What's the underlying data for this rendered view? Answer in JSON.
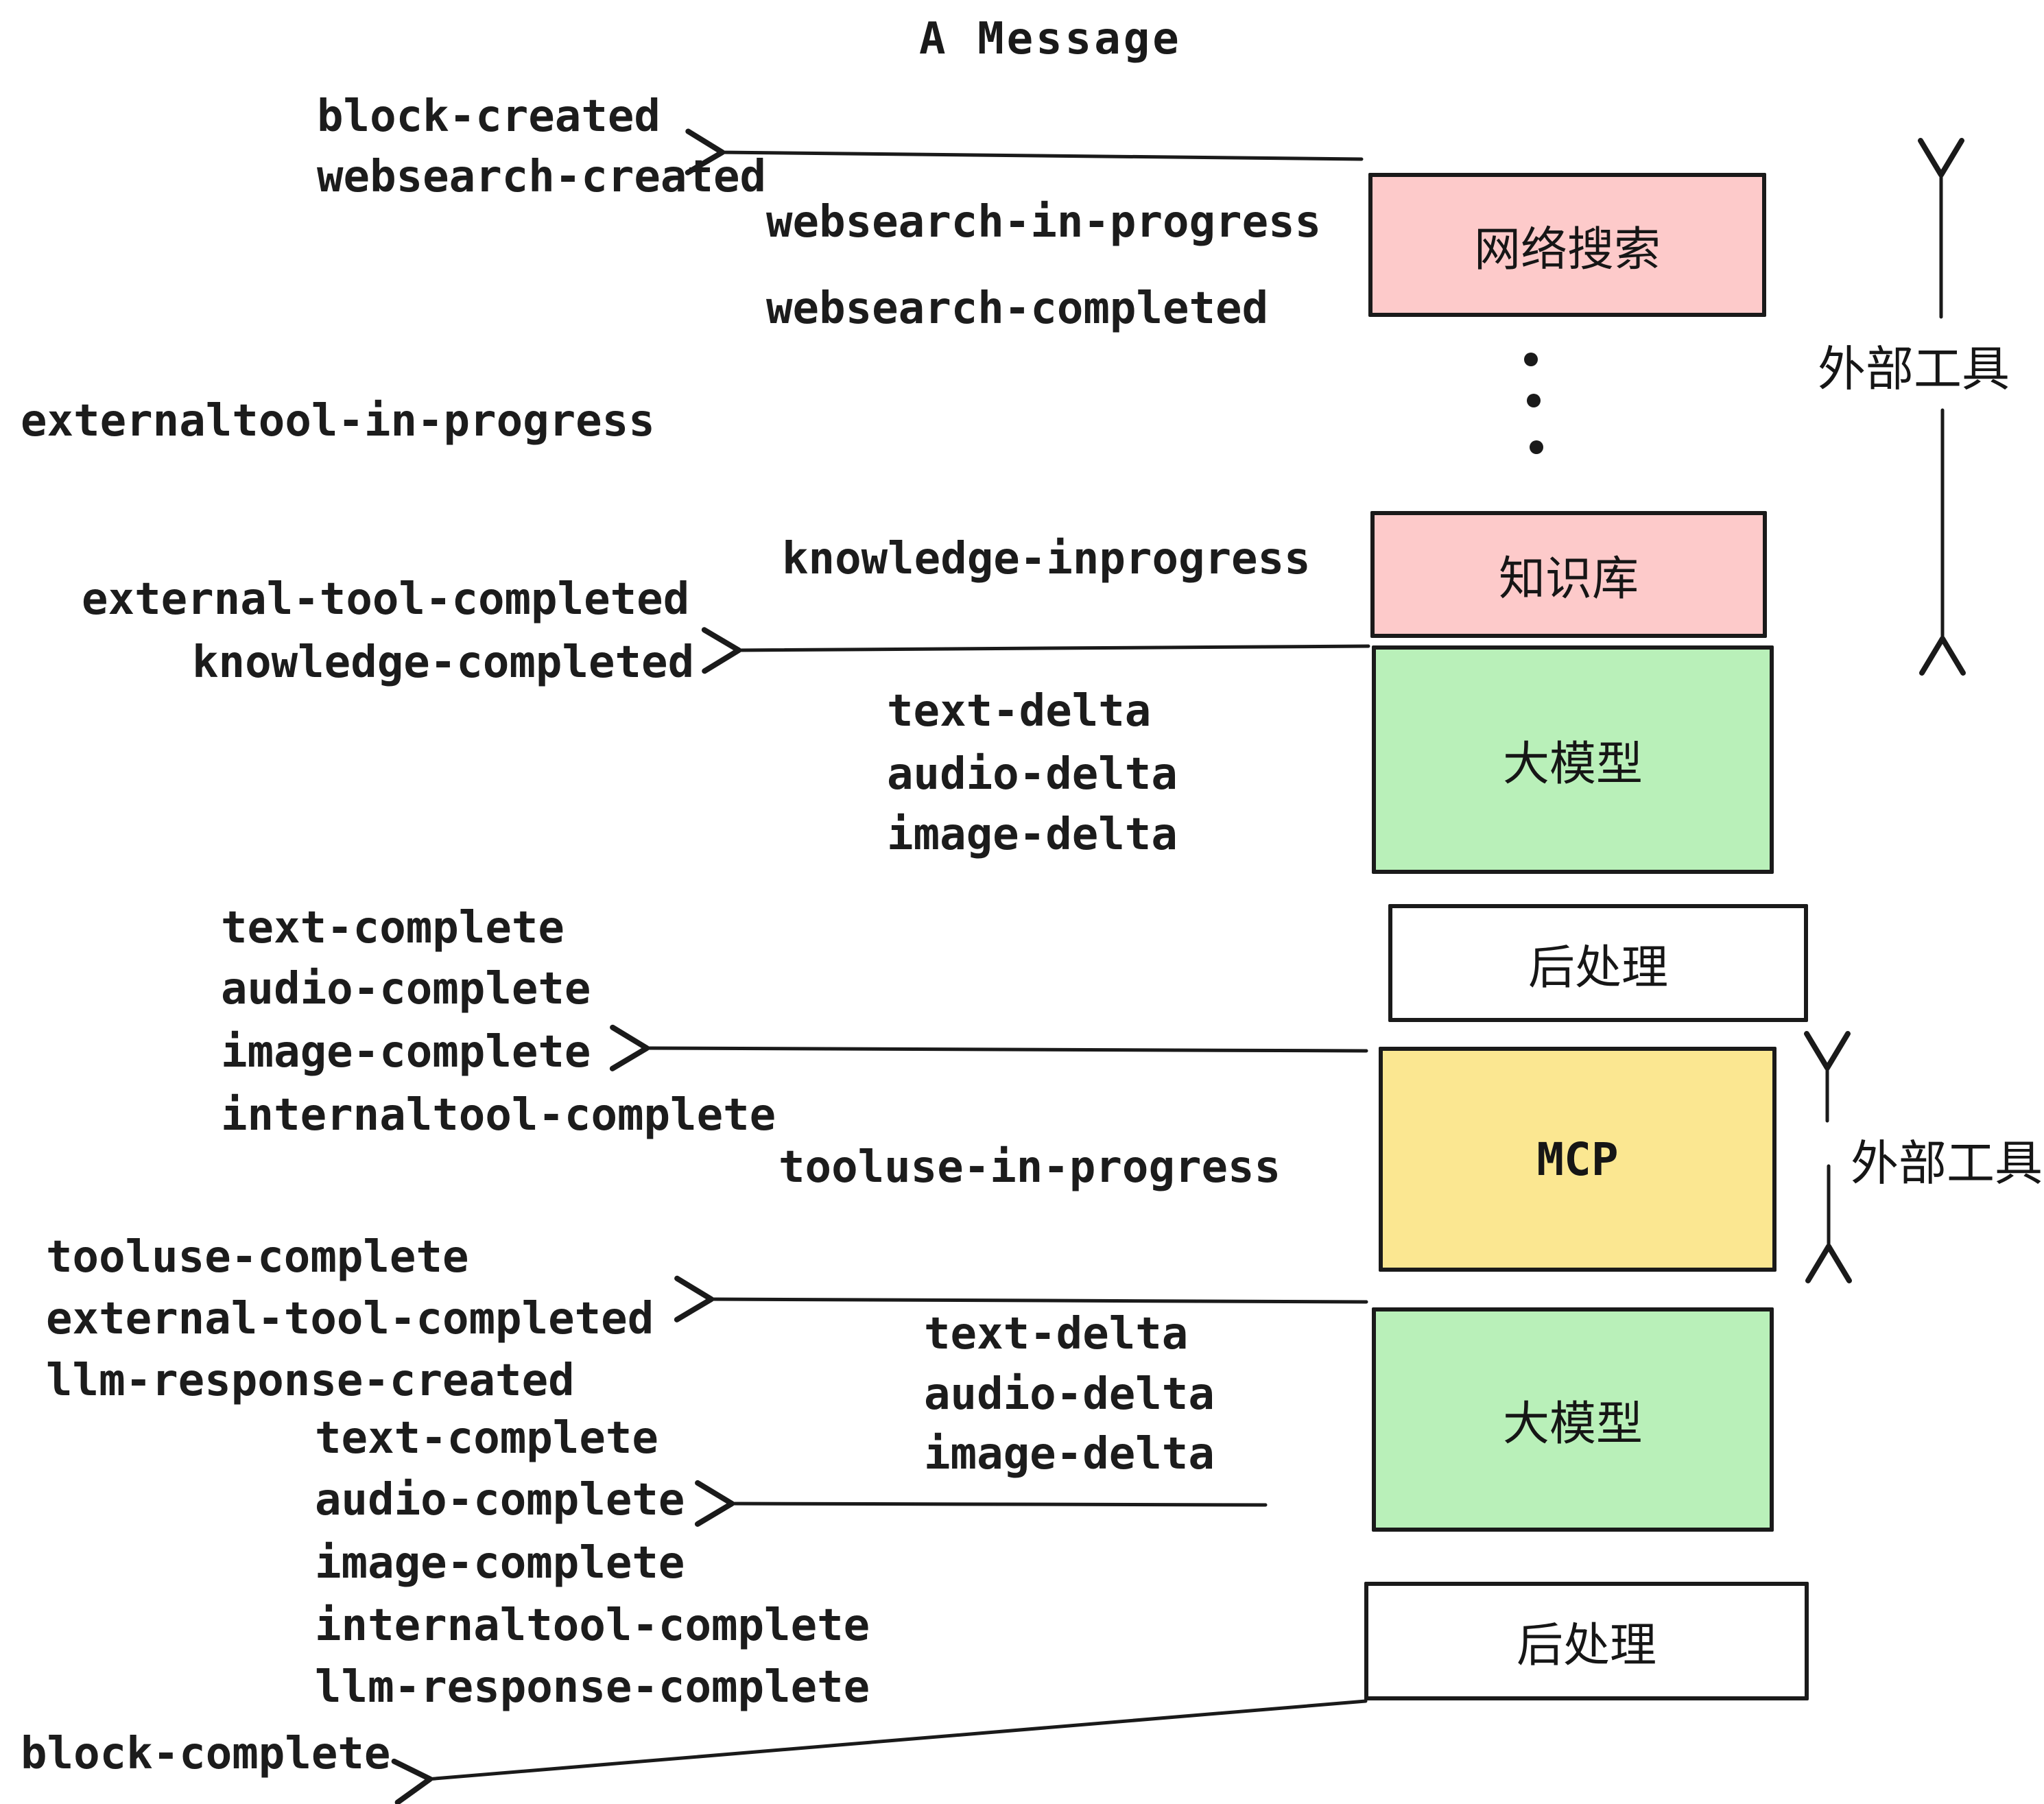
{
  "title": "A Message",
  "events": {
    "block_created": "block-created",
    "websearch_created": "websearch-created",
    "websearch_in_progress": "websearch-in-progress",
    "websearch_completed": "websearch-completed",
    "externaltool_in_progress": "externaltool-in-progress",
    "knowledge_inprogress": "knowledge-inprogress",
    "external_tool_completed": "external-tool-completed",
    "knowledge_completed": "knowledge-completed",
    "text_delta": "text-delta",
    "audio_delta": "audio-delta",
    "image_delta": "image-delta",
    "text_complete": "text-complete",
    "audio_complete": "audio-complete",
    "image_complete": "image-complete",
    "internaltool_complete": "internaltool-complete",
    "tooluse_in_progress": "tooluse-in-progress",
    "tooluse_complete": "tooluse-complete",
    "llm_response_created": "llm-response-created",
    "llm_response_complete": "llm-response-complete",
    "block_complete": "block-complete"
  },
  "boxes": {
    "websearch": "网络搜索",
    "knowledge": "知识库",
    "llm": "大模型",
    "postprocess": "后处理",
    "mcp": "MCP"
  },
  "annotations": {
    "external_tools": "外部工具"
  },
  "colors": {
    "box_pink": "#fdcaca",
    "box_green": "#b9f0b9",
    "box_yellow": "#fbe791",
    "box_white": "#ffffff",
    "ink": "#1a1a1a"
  }
}
